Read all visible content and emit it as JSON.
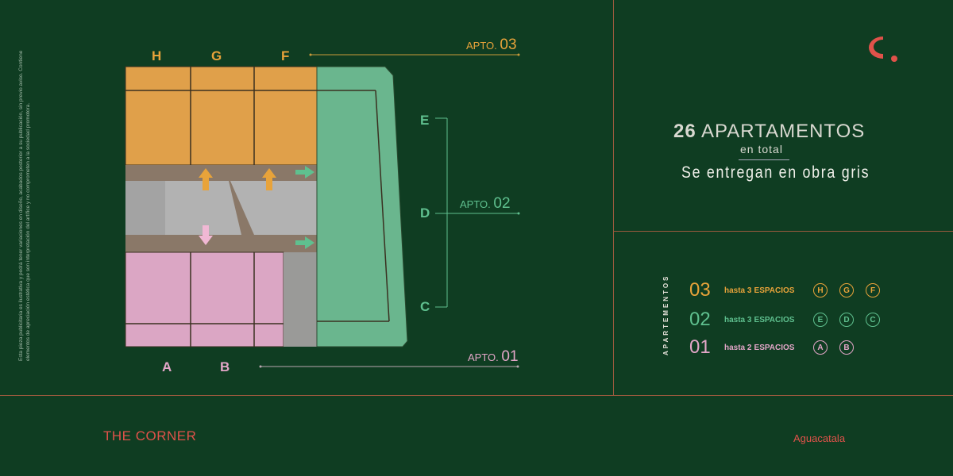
{
  "disclaimer": "Esta pieza publicitaria es ilustrativa y podrá tener variaciones en diseño, acabados posterior a su publicación, sin previo aviso. Contiene elementos de apreciación estética que son interpretación del artífice y no comprometen a la sociedad promotora.",
  "colors": {
    "background": "#0f3d22",
    "apto03": "#e8a33a",
    "apto02": "#5fc08f",
    "apto01": "#e3a6c8",
    "brand": "#e0524a",
    "divider": "#9b5a3e"
  },
  "plan": {
    "top_letters": [
      "H",
      "G",
      "F"
    ],
    "right_letters": [
      "E",
      "D",
      "C"
    ],
    "bottom_letters": [
      "A",
      "B"
    ],
    "apto03": {
      "prefix": "APTO.",
      "num": "03"
    },
    "apto02": {
      "prefix": "APTO.",
      "num": "02"
    },
    "apto01": {
      "prefix": "APTO.",
      "num": "01"
    }
  },
  "summary": {
    "count": "26",
    "title": "APARTAMENTOS",
    "subtitle": "en total",
    "delivery": "Se entregan en obra gris"
  },
  "legend": {
    "side_label": "APARTEMENTOS",
    "rows": [
      {
        "num": "03",
        "hasta": "hasta 3",
        "espacios": "ESPACIOS",
        "units": [
          "H",
          "G",
          "F"
        ],
        "color": "#e8a33a"
      },
      {
        "num": "02",
        "hasta": "hasta 3",
        "espacios": "ESPACIOS",
        "units": [
          "E",
          "D",
          "C"
        ],
        "color": "#5fc08f"
      },
      {
        "num": "01",
        "hasta": "hasta 2",
        "espacios": "ESPACIOS",
        "units": [
          "A",
          "B"
        ],
        "color": "#e3a6c8"
      }
    ]
  },
  "footer": {
    "brand": "THE CORNER",
    "location": "Aguacatala"
  },
  "logo": {
    "icon": "c-dot-logo-icon"
  }
}
